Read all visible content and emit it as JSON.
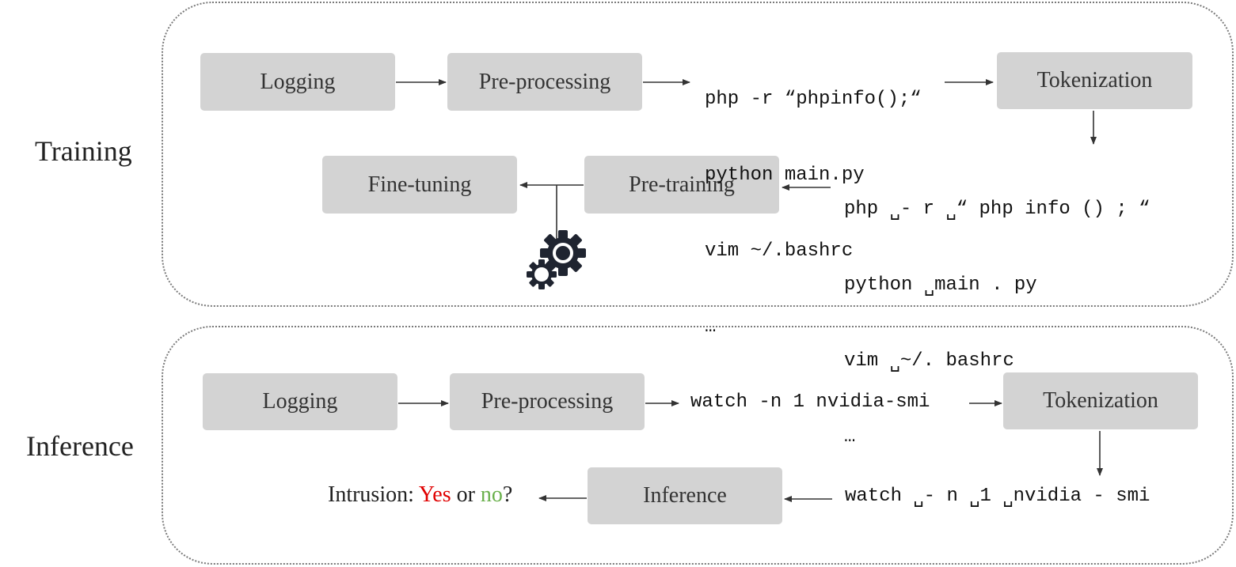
{
  "phases": {
    "training": "Training",
    "inference": "Inference"
  },
  "training": {
    "logging": "Logging",
    "preprocessing": "Pre-processing",
    "tokenization": "Tokenization",
    "pretraining": "Pre-training",
    "finetuning": "Fine-tuning",
    "raw_commands": [
      "php -r “phpinfo();“",
      "python main.py",
      "vim ~/.bashrc",
      "…"
    ],
    "token_lines": [
      [
        "php ",
        "␣",
        "- r ",
        "␣",
        "“ php info () ; “"
      ],
      [
        "python ",
        "␣",
        "main . py"
      ],
      [
        "vim ",
        "␣",
        "~/. bashrc"
      ],
      [
        "…"
      ]
    ]
  },
  "inference": {
    "logging": "Logging",
    "preprocessing": "Pre-processing",
    "tokenization": "Tokenization",
    "inference_box": "Inference",
    "raw_command": "watch -n 1 nvidia-smi",
    "token_line": [
      "watch ",
      "␣",
      "- n ",
      "␣",
      "1 ",
      "␣",
      "nvidia - smi"
    ],
    "result": {
      "prefix": "Intrusion: ",
      "yes": "Yes",
      "middle": " or ",
      "no": "no",
      "suffix": "?"
    }
  },
  "colors": {
    "yes": "#e00000",
    "no": "#6ab04c",
    "box_fill": "#d3d3d3",
    "arrow": "#333333",
    "gear": "#1f2430"
  },
  "icons": {
    "settings": "gears-icon"
  }
}
